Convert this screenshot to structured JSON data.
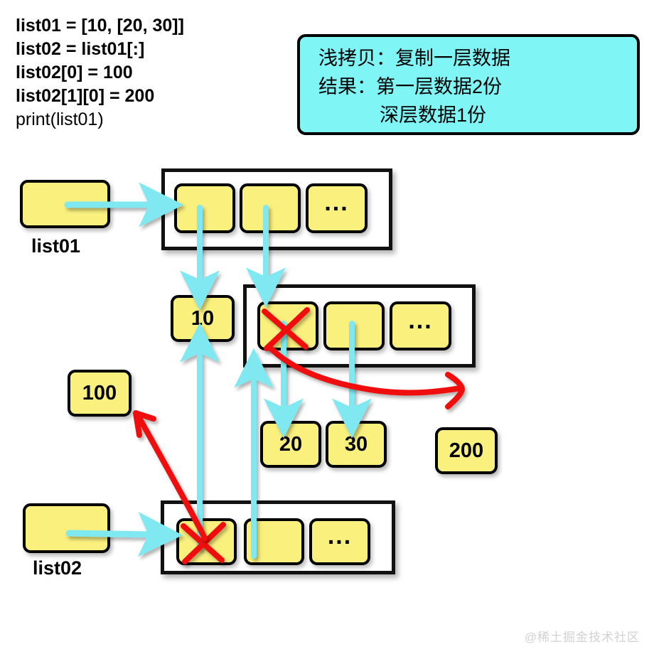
{
  "code": {
    "lines": [
      "list01 = [10, [20, 30]]",
      "list02 = list01[:]",
      "list02[0] = 100",
      "list02[1][0] = 200",
      "print(list01)"
    ]
  },
  "note": {
    "line1": "浅拷贝：复制一层数据",
    "line2": "结果：第一层数据2份",
    "line3": "深层数据1份",
    "bg_color": "#7FF5F5",
    "border_color": "#000000"
  },
  "diagram": {
    "var1": {
      "label": "list01",
      "cell_text": ""
    },
    "var2": {
      "label": "list02",
      "cell_text": ""
    },
    "list01_container": {
      "cells": [
        "",
        "",
        "..."
      ]
    },
    "nested_list_container": {
      "cells": [
        "",
        "",
        "..."
      ]
    },
    "list02_container": {
      "cells": [
        "",
        "",
        "..."
      ]
    },
    "values": {
      "v10": "10",
      "v100": "100",
      "v20": "20",
      "v30": "30",
      "v200": "200"
    },
    "colors": {
      "box_fill": "#FAF07E",
      "box_stroke": "#000000",
      "arrow_cyan": "#7FE8F0",
      "arrow_red": "#F01010",
      "container_fill": "#FFFFFF"
    }
  },
  "watermark": {
    "text": "@稀土掘金技术社区"
  }
}
